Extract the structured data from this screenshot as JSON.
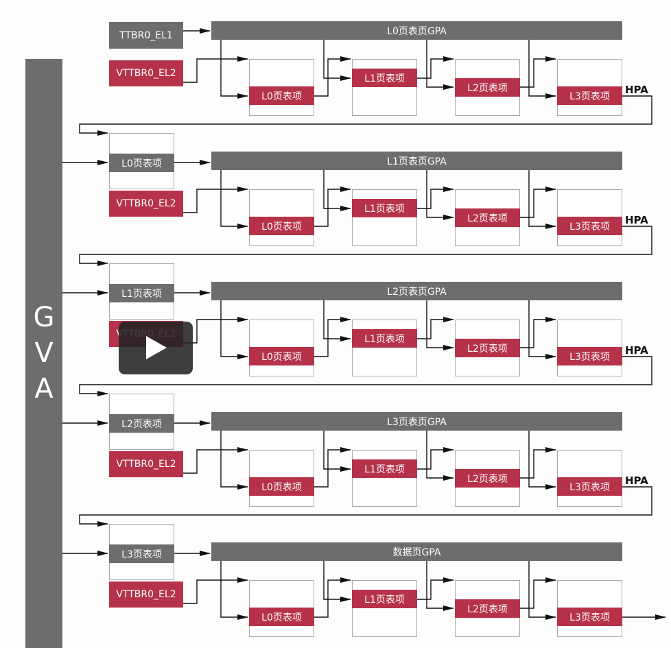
{
  "gva": "GVA",
  "ttbr_label": "TTBR0_EL1",
  "vttbr_label": "VTTBR0_EL2",
  "hpa_label": "HPA",
  "stage2_entries": [
    "L0页表项",
    "L1页表项",
    "L2页表项",
    "L3页表项"
  ],
  "stage1_entries": [
    "L0页表项",
    "L1页表项",
    "L2页表项",
    "L3页表项"
  ],
  "rows": [
    {
      "header": "L0页表页GPA"
    },
    {
      "header": "L1页表页GPA"
    },
    {
      "header": "L2页表页GPA"
    },
    {
      "header": "L3页表页GPA"
    },
    {
      "header": "数据页GPA"
    }
  ],
  "colors": {
    "gray": "#6d6d6d",
    "red": "#b5324a"
  },
  "overlay": "play-button"
}
